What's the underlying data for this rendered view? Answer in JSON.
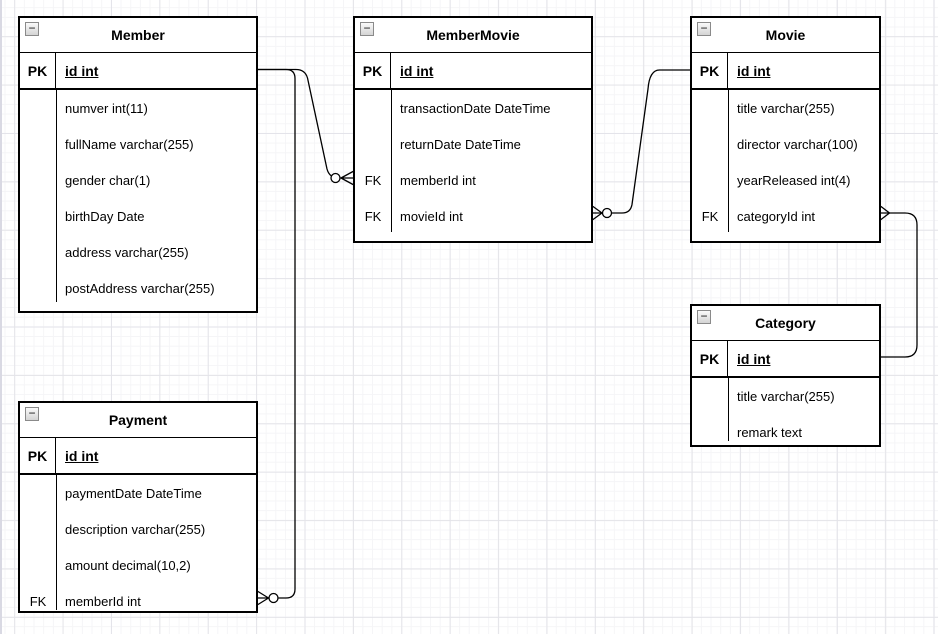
{
  "icons": {
    "collapse_glyph": "−"
  },
  "colors": {
    "entity_border": "#000000",
    "entity_background": "#ffffff",
    "edge": "#000000",
    "canvas_background": "#ffffff",
    "grid_minor": "#f5f5f7",
    "grid_major": "#e4e4e9"
  },
  "entities": [
    {
      "title": "Member",
      "rows": [
        {
          "key": "PK",
          "value": "id int",
          "is_pk": true
        },
        {
          "key": "",
          "value": "numver int(11)"
        },
        {
          "key": "",
          "value": "fullName varchar(255)"
        },
        {
          "key": "",
          "value": "gender char(1)"
        },
        {
          "key": "",
          "value": "birthDay Date"
        },
        {
          "key": "",
          "value": "address varchar(255)"
        },
        {
          "key": "",
          "value": "postAddress varchar(255)"
        }
      ]
    },
    {
      "title": "MemberMovie",
      "rows": [
        {
          "key": "PK",
          "value": "id int",
          "is_pk": true
        },
        {
          "key": "",
          "value": "transactionDate DateTime"
        },
        {
          "key": "",
          "value": "returnDate DateTime"
        },
        {
          "key": "FK",
          "value": "memberId int"
        },
        {
          "key": "FK",
          "value": "movieId int"
        }
      ]
    },
    {
      "title": "Movie",
      "rows": [
        {
          "key": "PK",
          "value": "id int",
          "is_pk": true
        },
        {
          "key": "",
          "value": "title varchar(255)"
        },
        {
          "key": "",
          "value": "director varchar(100)"
        },
        {
          "key": "",
          "value": "yearReleased int(4)"
        },
        {
          "key": "FK",
          "value": "categoryId int"
        }
      ]
    },
    {
      "title": "Category",
      "rows": [
        {
          "key": "PK",
          "value": "id int",
          "is_pk": true
        },
        {
          "key": "",
          "value": "title varchar(255)"
        },
        {
          "key": "",
          "value": "remark text"
        }
      ]
    },
    {
      "title": "Payment",
      "rows": [
        {
          "key": "PK",
          "value": "id int",
          "is_pk": true
        },
        {
          "key": "",
          "value": "paymentDate DateTime"
        },
        {
          "key": "",
          "value": "description varchar(255)"
        },
        {
          "key": "",
          "value": "amount decimal(10,2)"
        },
        {
          "key": "FK",
          "value": "memberId int"
        }
      ]
    }
  ],
  "relationships": [
    {
      "from": "Member.id",
      "to": "MemberMovie.memberId",
      "from_end": "one",
      "to_end": "zero-or-many"
    },
    {
      "from": "Member.id",
      "to": "Payment.memberId",
      "from_end": "one",
      "to_end": "zero-or-many"
    },
    {
      "from": "Movie.id",
      "to": "MemberMovie.movieId",
      "from_end": "one",
      "to_end": "zero-or-many"
    },
    {
      "from": "Category.id",
      "to": "Movie.categoryId",
      "from_end": "one",
      "to_end": "many"
    }
  ]
}
